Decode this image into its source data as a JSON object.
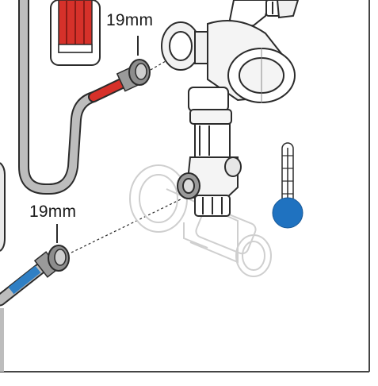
{
  "labels": {
    "hot_connection": "19mm",
    "cold_connection": "19mm"
  },
  "colors": {
    "hot": "#d6312a",
    "cold": "#2f7fc4",
    "thermometer_fill": "#1f72c0",
    "hose": "#bdbdbd",
    "line": "#2b2b2b",
    "faded_valve": "#cfcfcf"
  },
  "icons": [
    "thermometer-icon",
    "mixing-valve",
    "angle-valve",
    "braided-hose-hot",
    "braided-hose-cold",
    "nut"
  ]
}
